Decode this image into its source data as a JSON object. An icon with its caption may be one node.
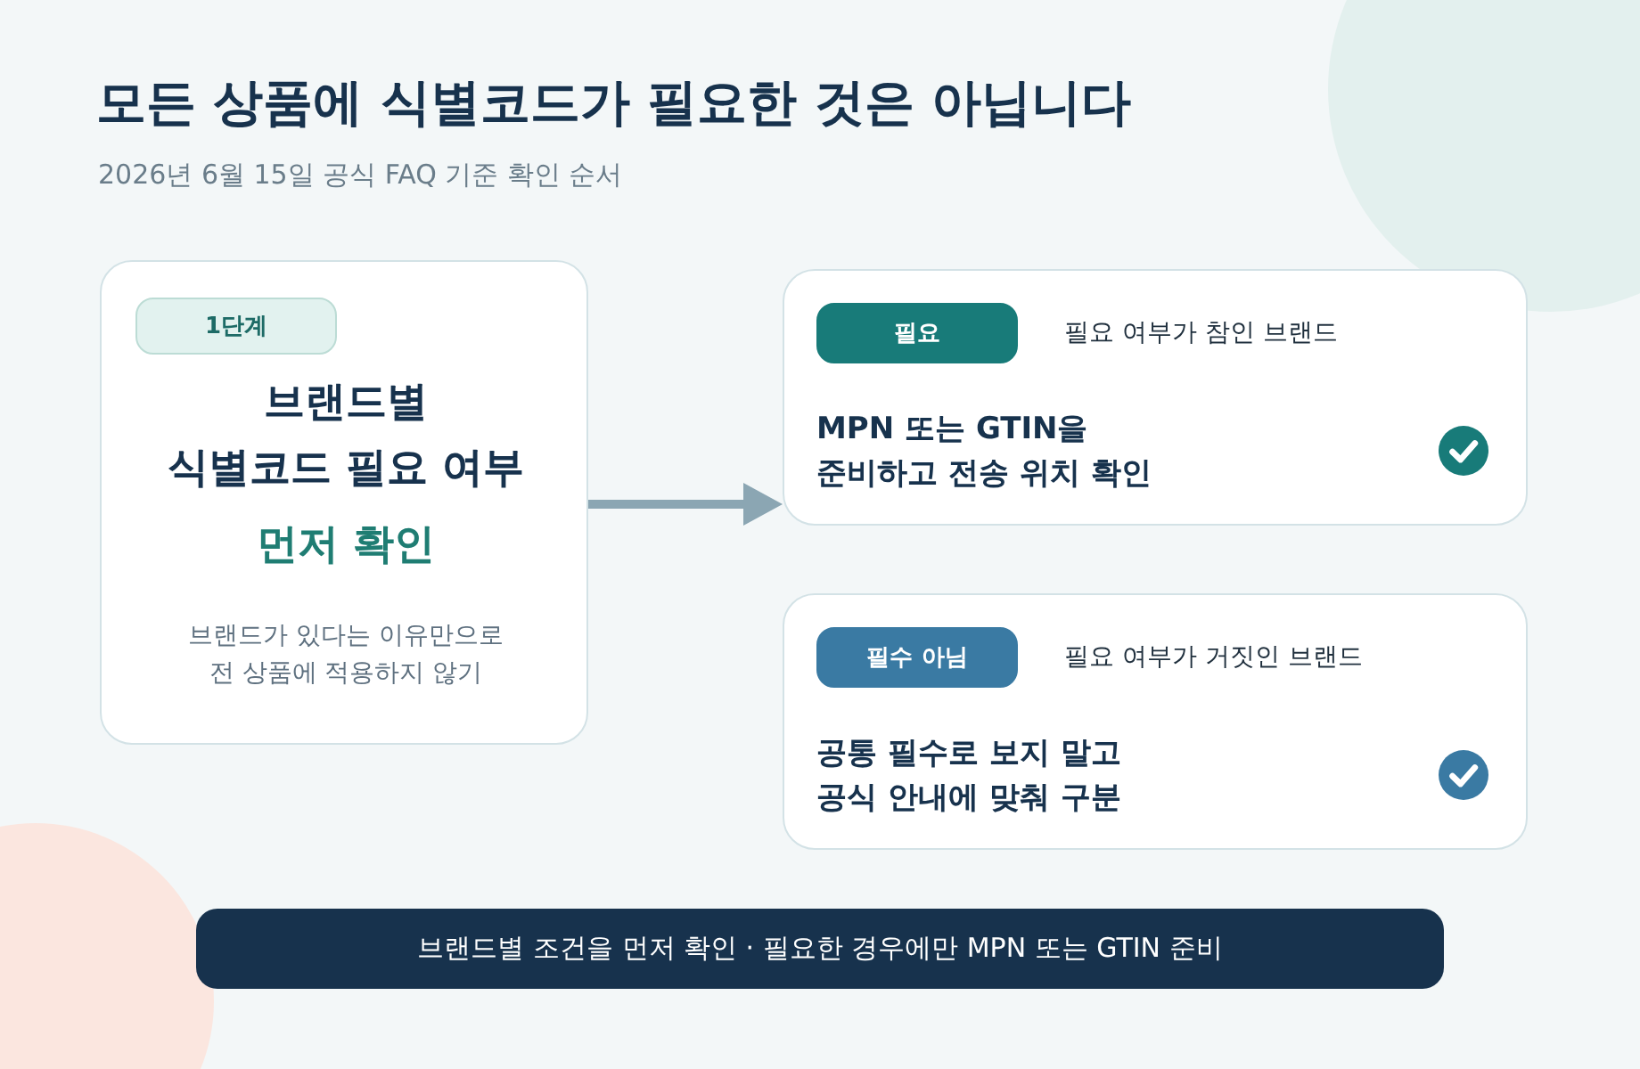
{
  "diagram": {
    "title": "모든 상품에 식별코드가 필요한 것은 아닙니다",
    "nodes": [
      {
        "text": [
          "브랜드별 식별코드 필요 여부",
          "먼저 확인",
          "브랜드가 있다는 이유만으로 전 상품에 적용하지 않기"
        ]
      },
      {
        "text": [
          "1단계"
        ],
        "in": 0
      },
      {
        "text": [
          "필요 여부가 참인 브랜드",
          "MPN 또는 GTIN을 준비하고 전송 위치 확인"
        ]
      },
      {
        "text": [
          "필요"
        ],
        "in": 2
      },
      {
        "text": [
          "필요 여부가 거짓인 브랜드",
          "공통 필수로 보지 말고 공식 안내에 맞춰 구분"
        ]
      },
      {
        "text": [
          "필수 아님"
        ],
        "in": 4
      },
      {
        "text": [
          "브랜드별 조건을 먼저 확인 · 필요한 경우에만 MPN 또는 GTIN 준비"
        ]
      }
    ],
    "edges": [
      {
        "from": 0,
        "to": 2,
        "arrow": "to"
      }
    ],
    "labels": [
      "2026년 6월 15일 공식 FAQ 기준 확인 순서"
    ]
  }
}
